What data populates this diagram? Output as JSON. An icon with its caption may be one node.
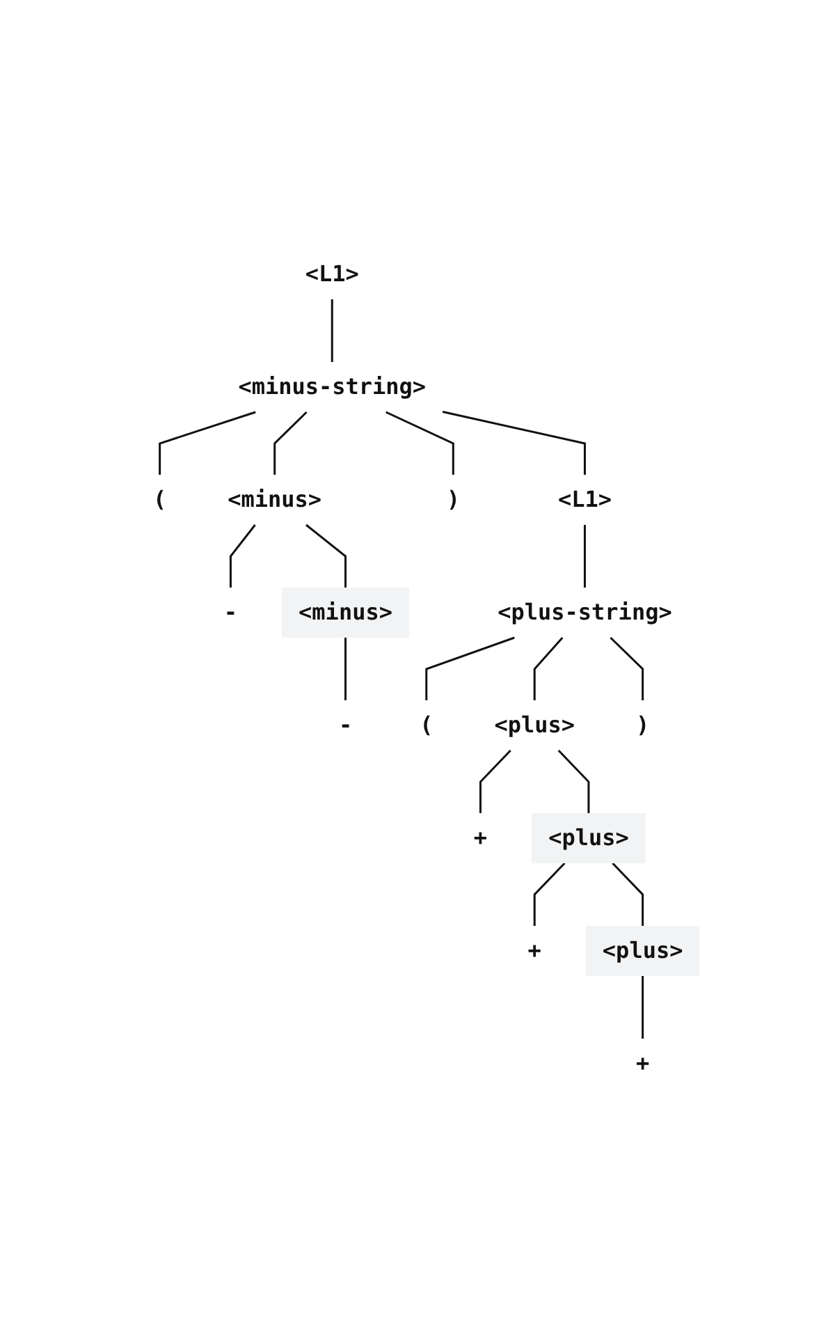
{
  "diagram": {
    "nodes": [
      {
        "text": [
          "<L1>"
        ]
      },
      {
        "text": [
          "<minus-string>"
        ]
      },
      {
        "text": [
          "("
        ]
      },
      {
        "text": [
          "<minus>"
        ]
      },
      {
        "text": [
          ")"
        ]
      },
      {
        "text": [
          "<L1>"
        ]
      },
      {
        "text": [
          "-"
        ]
      },
      {
        "text": [
          "<minus>"
        ]
      },
      {
        "text": [
          "<plus-string>"
        ]
      },
      {
        "text": [
          "-"
        ]
      },
      {
        "text": [
          "("
        ]
      },
      {
        "text": [
          "<plus>"
        ]
      },
      {
        "text": [
          ")"
        ]
      },
      {
        "text": [
          "+"
        ]
      },
      {
        "text": [
          "<plus>"
        ]
      },
      {
        "text": [
          "+"
        ]
      },
      {
        "text": [
          "<plus>"
        ]
      },
      {
        "text": [
          "+"
        ]
      }
    ],
    "edges": [
      {
        "from": 0,
        "to": 1,
        "arrow": "none"
      },
      {
        "from": 1,
        "to": 2,
        "arrow": "none"
      },
      {
        "from": 1,
        "to": 3,
        "arrow": "none"
      },
      {
        "from": 1,
        "to": 4,
        "arrow": "none"
      },
      {
        "from": 1,
        "to": 5,
        "arrow": "none"
      },
      {
        "from": 3,
        "to": 6,
        "arrow": "none"
      },
      {
        "from": 3,
        "to": 7,
        "arrow": "none"
      },
      {
        "from": 5,
        "to": 8,
        "arrow": "none"
      },
      {
        "from": 7,
        "to": 9,
        "arrow": "none"
      },
      {
        "from": 8,
        "to": 10,
        "arrow": "none"
      },
      {
        "from": 8,
        "to": 11,
        "arrow": "none"
      },
      {
        "from": 8,
        "to": 12,
        "arrow": "none"
      },
      {
        "from": 11,
        "to": 13,
        "arrow": "none"
      },
      {
        "from": 11,
        "to": 14,
        "arrow": "none"
      },
      {
        "from": 14,
        "to": 15,
        "arrow": "none"
      },
      {
        "from": 14,
        "to": 16,
        "arrow": "none"
      },
      {
        "from": 16,
        "to": 17,
        "arrow": "none"
      }
    ]
  }
}
